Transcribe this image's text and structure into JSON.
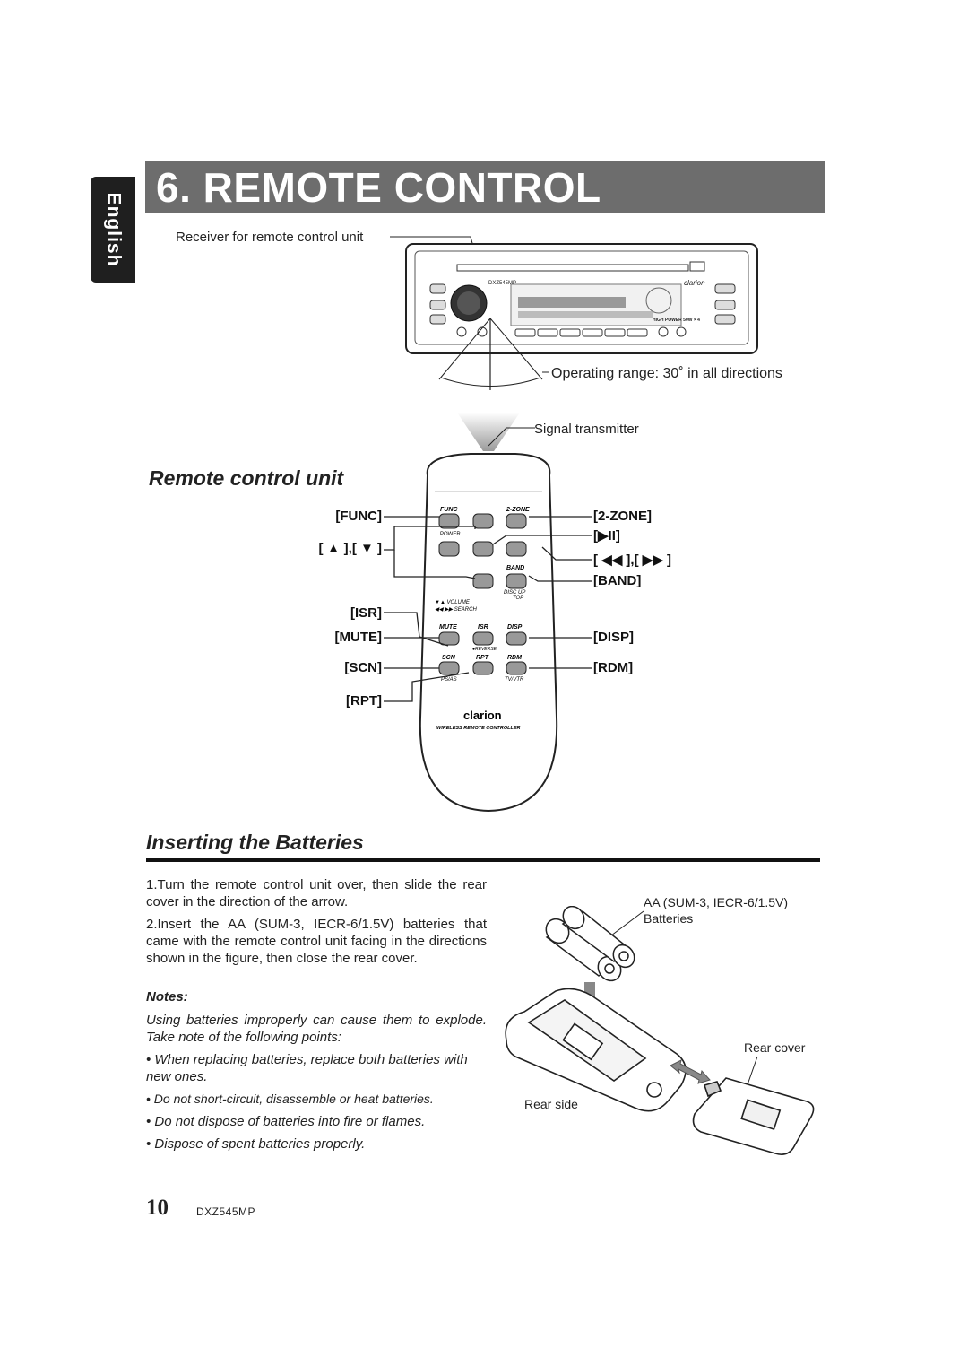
{
  "side_tab": "English",
  "title": "6. REMOTE CONTROL",
  "receiver_label": "Receiver for remote control unit",
  "operating_range": "Operating range: 30˚ in all directions",
  "signal_transmitter": "Signal transmitter",
  "section_remote": "Remote control unit",
  "section_batteries": "Inserting the Batteries",
  "head_unit": {
    "model": "DXZ545MP",
    "brand": "clarion",
    "power": "HIGH POWER 50W × 4"
  },
  "remote_buttons": {
    "func": "FUNC",
    "zone": "2-ZONE",
    "power": "POWER",
    "band": "BAND",
    "disc": "DISC UP",
    "top": "TOP",
    "volume": "▼▲ VOLUME",
    "search": "◀◀ ▶▶ SEARCH",
    "mute": "MUTE",
    "isr": "ISR",
    "disp": "DISP",
    "reverse": "●REVERSE",
    "scn": "SCN",
    "rpt": "RPT",
    "rdm": "RDM",
    "ps": "PS/AS",
    "tv": "TV/VTR",
    "brand": "clarion",
    "caption": "WIRELESS REMOTE CONTROLLER"
  },
  "callouts_left": {
    "func": "[FUNC]",
    "updown": "[ ▲ ],[ ▼ ]",
    "isr": "[ISR]",
    "mute": "[MUTE]",
    "scn": "[SCN]",
    "rpt": "[RPT]"
  },
  "callouts_right": {
    "zone": "[2-ZONE]",
    "play": "[▶II]",
    "seek": "[ ◀◀ ],[ ▶▶ ]",
    "band": "[BAND]",
    "disp": "[DISP]",
    "rdm": "[RDM]"
  },
  "steps": [
    "1.Turn the remote control unit over, then slide the rear cover in the direction of the arrow.",
    "2.Insert the AA (SUM-3, IECR-6/1.5V) batteries that came with the remote control unit facing in the directions shown in the figure, then close the rear cover."
  ],
  "notes_title": "Notes:",
  "notes_intro": "Using batteries improperly can cause them to explode. Take note of the following points:",
  "notes": [
    "• When replacing batteries, replace both batteries with new ones.",
    "• Do not short-circuit, disassemble or heat batteries.",
    "• Do not dispose of batteries into fire or flames.",
    "• Dispose of spent batteries properly."
  ],
  "battery_label_1": "AA (SUM-3, IECR-6/1.5V)",
  "battery_label_2": "Batteries",
  "rear_cover": "Rear cover",
  "rear_side": "Rear side",
  "page_number": "10",
  "footer_model": "DXZ545MP"
}
